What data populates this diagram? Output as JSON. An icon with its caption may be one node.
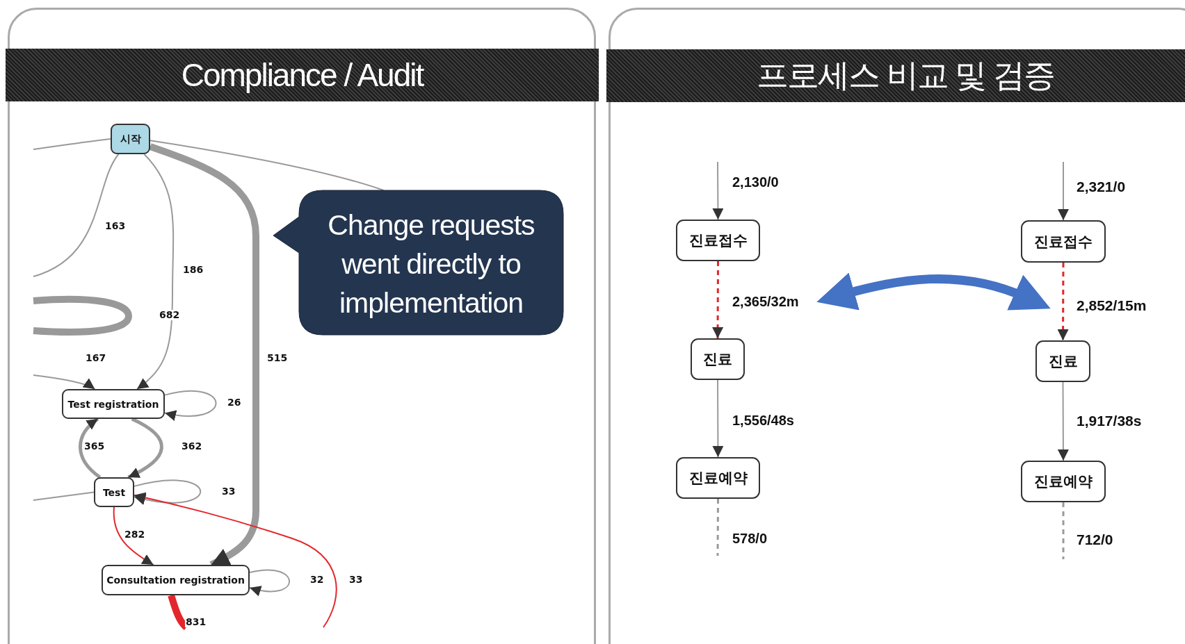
{
  "diagram": {
    "nodes": [
      {
        "text": [
          "Compliance / Audit"
        ]
      },
      {
        "text": [
          "시작"
        ],
        "in": 0
      },
      {
        "text": [
          "Test registration"
        ],
        "in": 0
      },
      {
        "text": [
          "Test"
        ],
        "in": 0
      },
      {
        "text": [
          "Consultation registration"
        ],
        "in": 0
      },
      {
        "text": [
          "Change requests went directly to implementation"
        ],
        "in": 0
      },
      {
        "text": [
          "프로세스 비교 및 검증"
        ]
      },
      {
        "text": [
          "진료접수"
        ],
        "in": 6
      },
      {
        "text": [
          "진료"
        ],
        "in": 6
      },
      {
        "text": [
          "진료예약"
        ],
        "in": 6
      },
      {
        "text": [
          "진료접수"
        ],
        "in": 6
      },
      {
        "text": [
          "진료"
        ],
        "in": 6
      },
      {
        "text": [
          "진료예약"
        ],
        "in": 6
      }
    ],
    "edges": [
      {
        "from": null,
        "to": 1,
        "arrow": "none"
      },
      {
        "from": 1,
        "to": 5,
        "arrow": "none"
      },
      {
        "from": 1,
        "to": null,
        "arrow": "none",
        "label": "163"
      },
      {
        "from": 1,
        "to": 2,
        "arrow": "to",
        "label": "186"
      },
      {
        "from": 1,
        "to": 4,
        "arrow": "to",
        "label": "515",
        "style": "thick"
      },
      {
        "from": null,
        "to": 2,
        "arrow": "to",
        "label": "167"
      },
      {
        "from": 2,
        "to": 2,
        "arrow": "to",
        "label": "26"
      },
      {
        "from": 3,
        "to": 2,
        "arrow": "to",
        "label": "365",
        "style": "thick"
      },
      {
        "from": 2,
        "to": 3,
        "arrow": "to",
        "label": "362",
        "style": "thick"
      },
      {
        "from": null,
        "to": 3,
        "arrow": "none"
      },
      {
        "from": 3,
        "to": 3,
        "arrow": "to",
        "label": "33"
      },
      {
        "from": 3,
        "to": 4,
        "arrow": "to",
        "label": "282",
        "color": "#e3262b"
      },
      {
        "from": null,
        "to": 3,
        "arrow": "to",
        "label": "33",
        "color": "#e3262b"
      },
      {
        "from": 4,
        "to": 4,
        "arrow": "to",
        "label": "32"
      },
      {
        "from": 4,
        "to": null,
        "arrow": "none",
        "label": "831",
        "style": "thick",
        "color": "#e3262b"
      },
      {
        "from": null,
        "to": 7,
        "arrow": "to",
        "label": "2,130/0"
      },
      {
        "from": 7,
        "to": 8,
        "arrow": "to",
        "label": "2,365/32m",
        "style": "dashed",
        "color": "#e3262b"
      },
      {
        "from": 8,
        "to": 9,
        "arrow": "to",
        "label": "1,556/48s"
      },
      {
        "from": 9,
        "to": null,
        "arrow": "none",
        "label": "578/0",
        "style": "dashed"
      },
      {
        "from": null,
        "to": 10,
        "arrow": "to",
        "label": "2,321/0"
      },
      {
        "from": 10,
        "to": 11,
        "arrow": "to",
        "label": "2,852/15m",
        "style": "dashed",
        "color": "#e3262b"
      },
      {
        "from": 11,
        "to": 12,
        "arrow": "to",
        "label": "1,917/38s"
      },
      {
        "from": 12,
        "to": null,
        "arrow": "none",
        "label": "712/0",
        "style": "dashed"
      }
    ],
    "labels": [
      "682"
    ]
  }
}
